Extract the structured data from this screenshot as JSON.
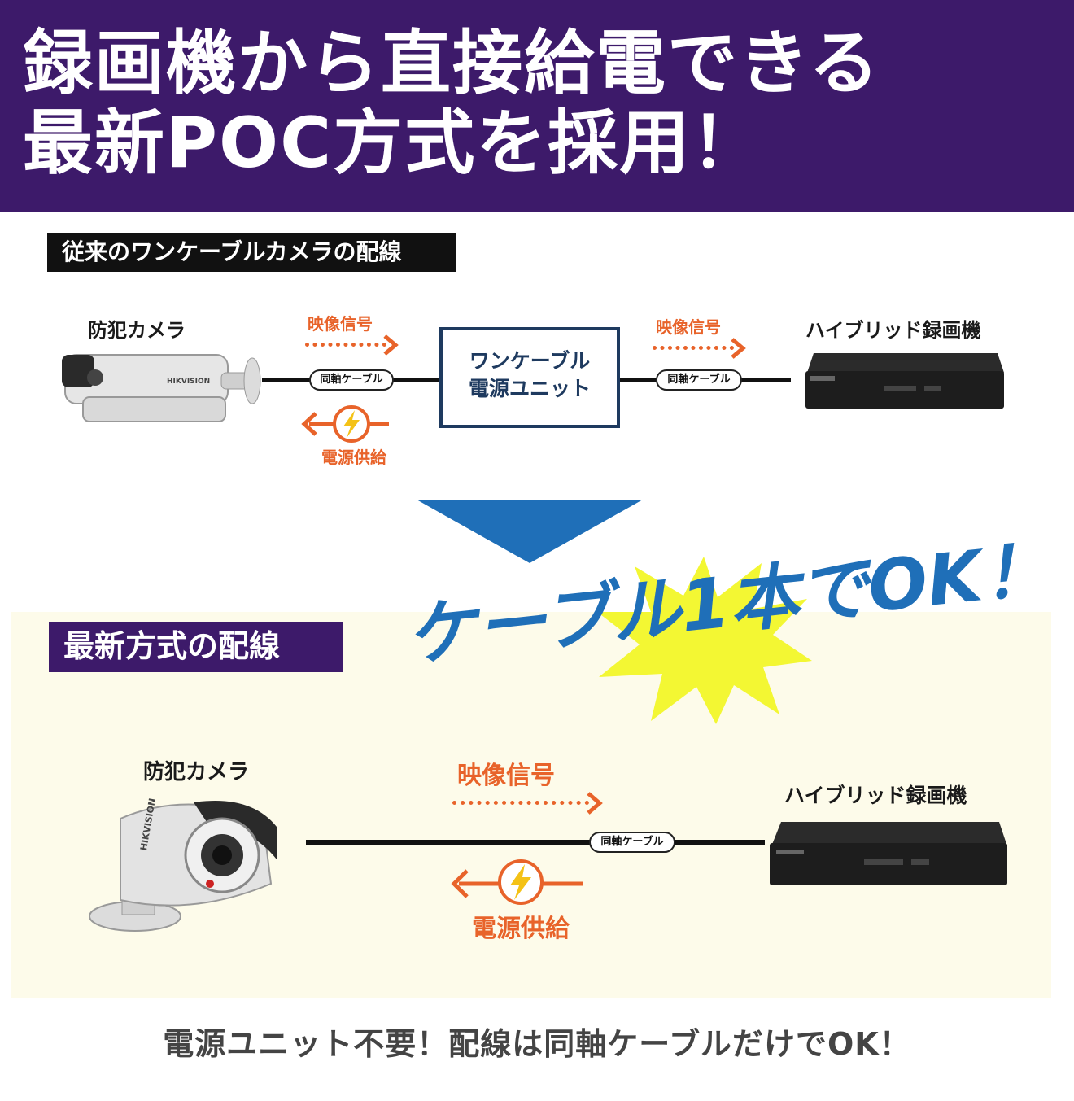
{
  "header": {
    "line1": "録画機から直接給電できる",
    "line2": "最新POC方式を採用！"
  },
  "colors": {
    "header_bg": "#3d1a6a",
    "accent_orange": "#e8632a",
    "accent_blue": "#1f6fb8",
    "star_yellow": "#f3f733",
    "panel_bg": "#fdfbea"
  },
  "old_section": {
    "title": "従来のワンケーブルカメラの配線",
    "camera_label": "防犯カメラ",
    "video_signal_left": "映像信号",
    "video_signal_right": "映像信号",
    "cable_left": "同軸ケーブル",
    "cable_right": "同軸ケーブル",
    "power_supply": "電源供給",
    "unit_line1": "ワンケーブル",
    "unit_line2": "電源ユニット",
    "recorder_label": "ハイブリッド録画機",
    "camera_brand": "HIKVISION"
  },
  "new_section": {
    "title": "最新方式の配線",
    "callout": "ケーブル1本でOK！",
    "camera_label": "防犯カメラ",
    "video_signal": "映像信号",
    "cable": "同軸ケーブル",
    "power_supply": "電源供給",
    "recorder_label": "ハイブリッド録画機",
    "camera_brand": "HIKVISION"
  },
  "footer": "電源ユニット不要！配線は同軸ケーブルだけでOK！"
}
